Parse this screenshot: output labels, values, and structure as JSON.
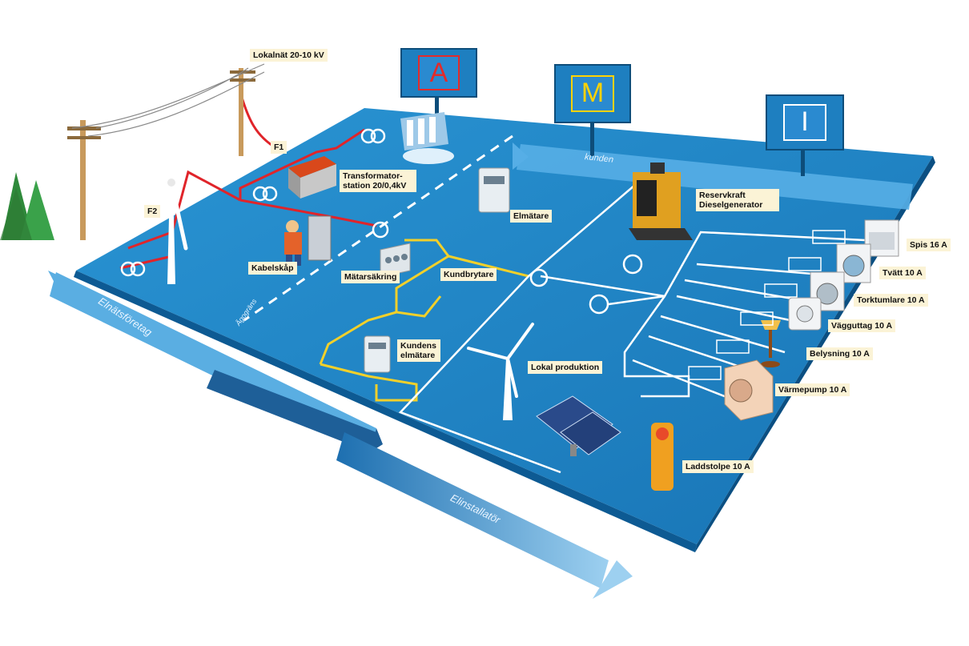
{
  "signs": [
    {
      "id": "A",
      "letter": "A",
      "color": "#e32b2b"
    },
    {
      "id": "M",
      "letter": "M",
      "color": "#ffd200"
    },
    {
      "id": "I",
      "letter": "I",
      "color": "#ffffff"
    }
  ],
  "labels": {
    "lokalnat": "Lokalnät 20-10 kV",
    "f1": "F1",
    "f2": "F2",
    "transformator": "Transformator-station 20/0,4kV",
    "kabelskap": "Kabelskåp",
    "elmatare": "Elmätare",
    "matarsakring": "Mätarsäkring",
    "kundbrytare": "Kundbrytare",
    "kundens_elmatare": "Kundens elmätare",
    "lokal_produktion": "Lokal produktion",
    "reservkraft": "Reservkraft Dieselgenerator",
    "spis": "Spis 16 A",
    "tvatt": "Tvätt 10 A",
    "torktumlare": "Torktumlare 10 A",
    "vagguttag": "Vägguttag 10 A",
    "belysning": "Belysning 10 A",
    "varmepump": "Värmepump 10 A",
    "laddstolpe": "Laddstolpe 10 A"
  },
  "arrows": {
    "kunden": "kunden",
    "elnatsforetag": "Elnätsföretag",
    "elinstallator": "Elinstallatör",
    "agograns": "Ägogräns"
  },
  "colors": {
    "board": "#1a86c8",
    "board_dark": "#0f5f98",
    "red_line": "#e0242a",
    "yellow_line": "#f2d02a",
    "white_line": "#ffffff"
  }
}
